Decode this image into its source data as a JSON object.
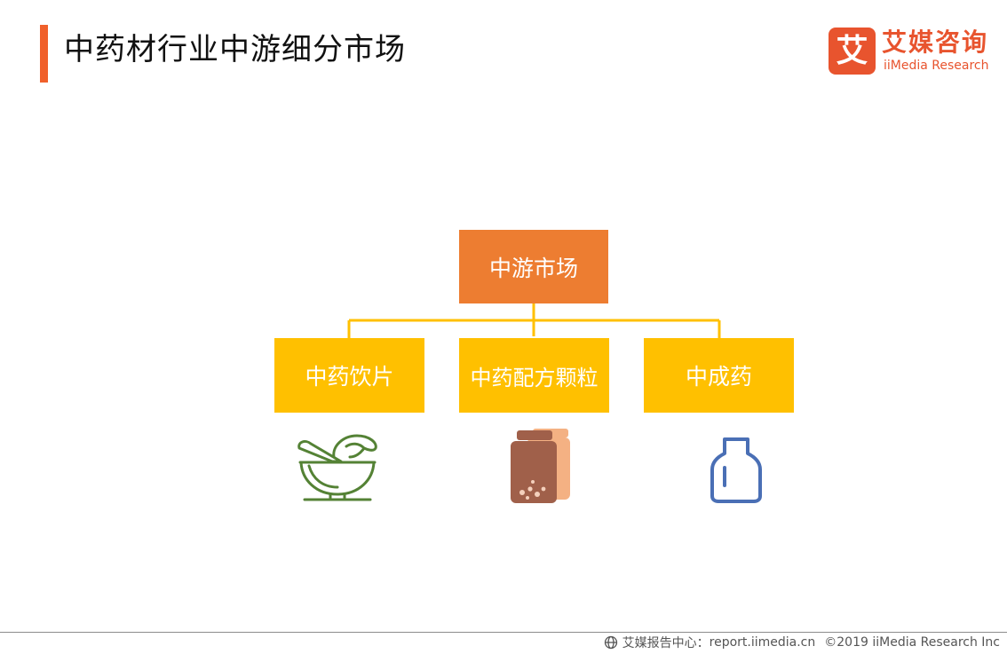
{
  "title": "中药材行业中游细分市场",
  "logo": {
    "mark": "艾",
    "name_cn": "艾媒咨询",
    "name_en": "iiMedia Research"
  },
  "diagram": {
    "root": "中游市场",
    "children": [
      {
        "label": "中药饮片",
        "icon": "mortar-pestle-icon"
      },
      {
        "label": "中药配方颗粒",
        "icon": "granule-bottles-icon"
      },
      {
        "label": "中成药",
        "icon": "medicine-bottle-icon"
      }
    ]
  },
  "colors": {
    "accent": "#f0602b",
    "root_fill": "#ed7d31",
    "child_fill": "#ffc000",
    "connector": "#ffc000",
    "icon_green": "#548235",
    "icon_brown": "#a0604a",
    "icon_peach": "#f4b183",
    "icon_blue": "#4a6fb5"
  },
  "footer": {
    "source": "艾媒报告中心：",
    "site": "report.iimedia.cn",
    "copyright": "©2019  iiMedia Research  Inc"
  }
}
